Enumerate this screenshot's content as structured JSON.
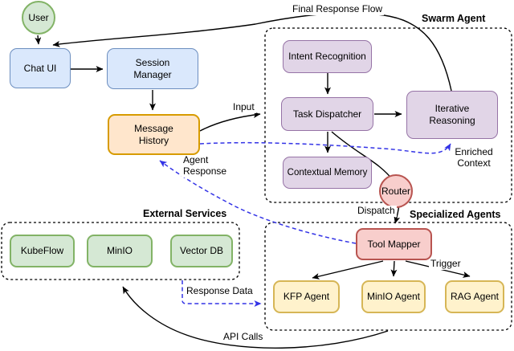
{
  "nodes": {
    "user": {
      "label": "User"
    },
    "chat_ui": {
      "label": "Chat UI"
    },
    "session_manager": {
      "label": "Session\nManager"
    },
    "message_history": {
      "label": "Message\nHistory"
    },
    "intent_recognition": {
      "label": "Intent Recognition"
    },
    "task_dispatcher": {
      "label": "Task Dispatcher"
    },
    "contextual_memory": {
      "label": "Contextual Memory"
    },
    "iterative_reasoning": {
      "label": "Iterative\nReasoning"
    },
    "router": {
      "label": "Router"
    },
    "tool_mapper": {
      "label": "Tool Mapper"
    },
    "kfp_agent": {
      "label": "KFP Agent"
    },
    "minio_agent": {
      "label": "MinIO Agent"
    },
    "rag_agent": {
      "label": "RAG Agent"
    },
    "kubeflow": {
      "label": "KubeFlow"
    },
    "minio": {
      "label": "MinIO"
    },
    "vector_db": {
      "label": "Vector DB"
    }
  },
  "containers": {
    "swarm_agent": {
      "label": "Swarm Agent"
    },
    "specialized_agents": {
      "label": "Specialized Agents"
    },
    "external_services": {
      "label": "External Services"
    }
  },
  "edge_labels": {
    "final_response_flow": "Final Response Flow",
    "input": "Input",
    "agent_response": "Agent\nResponse",
    "enriched_context": "Enriched\nContext",
    "dispatch": "Dispatch",
    "trigger": "Trigger",
    "response_data": "Response Data",
    "api_calls": "API Calls"
  },
  "colors": {
    "blue_fill": "#dae8fc",
    "blue_stroke": "#6c8ebf",
    "purple_fill": "#e1d5e7",
    "purple_stroke": "#9673a6",
    "green_fill": "#d5e8d4",
    "green_stroke": "#82b366",
    "orange_fill": "#ffe6cc",
    "orange_stroke": "#d79b00",
    "red_fill": "#f8cecc",
    "red_stroke": "#b85450",
    "yellow_fill": "#fff2cc",
    "yellow_stroke": "#d6b656",
    "edge_black": "#000000",
    "edge_blue": "#3333e6"
  }
}
